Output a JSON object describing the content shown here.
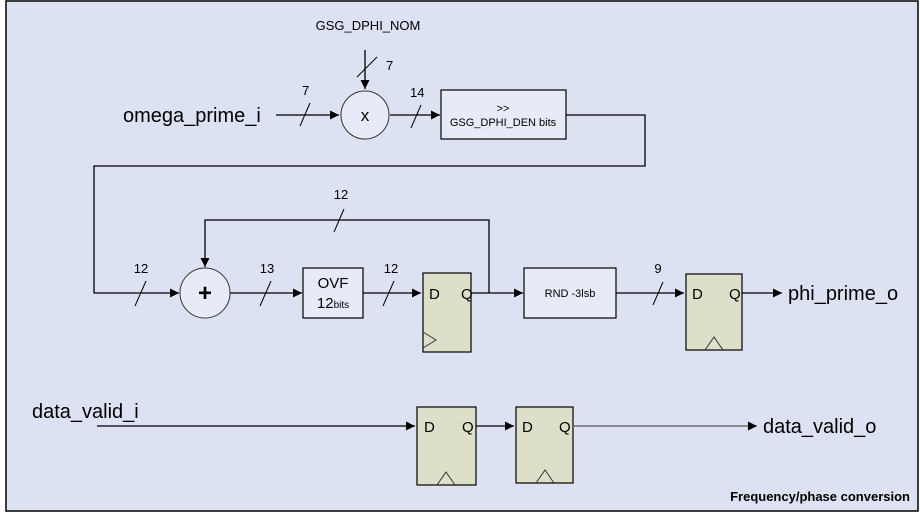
{
  "diagram": {
    "title": "Frequency/phase conversion",
    "signals": {
      "omega_in": "omega_prime_i",
      "phi_out": "phi_prime_o",
      "valid_in": "data_valid_i",
      "valid_out": "data_valid_o",
      "constant": "GSG_DPHI_NOM"
    },
    "operators": {
      "multiply": "x",
      "add": "+"
    },
    "blocks": {
      "shift_line1": ">>",
      "shift_line2": "GSG_DPHI_DEN bits",
      "ovf_line1": "OVF",
      "ovf_line2_num": "12",
      "ovf_line2_unit": "bits",
      "round": "RND -3lsb"
    },
    "flipflop": {
      "d_pin": "D",
      "q_pin": "Q"
    },
    "bus_widths": {
      "omega_in": "7",
      "nom_in": "7",
      "mult_out": "14",
      "shift_out": "12",
      "feedback": "12",
      "adder_out": "13",
      "ovf_out": "12",
      "round_out": "9"
    },
    "colors": {
      "background": "#dce2f1",
      "block_fill": "#e6ebf7",
      "flipflop_fill": "#dde0c9"
    }
  }
}
